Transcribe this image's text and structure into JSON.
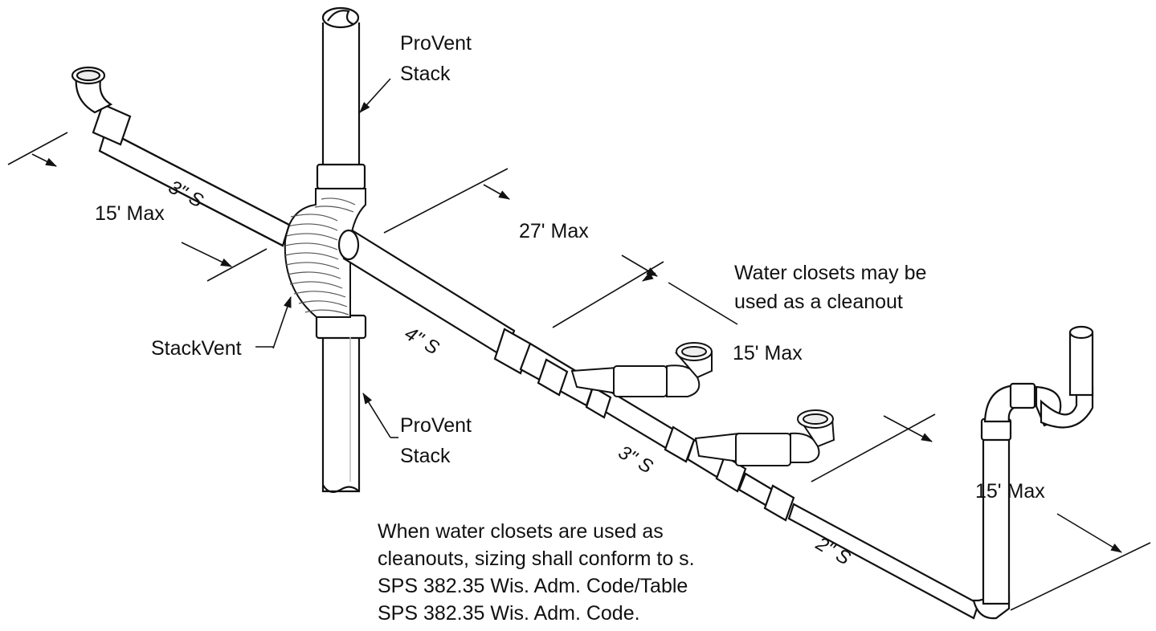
{
  "labels": {
    "provent_stack_top_1": "ProVent",
    "provent_stack_top_2": "Stack",
    "provent_stack_bottom_1": "ProVent",
    "provent_stack_bottom_2": "Stack",
    "stackvent": "StackVent",
    "dim_left": "15' Max",
    "dim_27": "27' Max",
    "dim_mid": "15' Max",
    "dim_right": "15' Max",
    "size_3s_left": "3\" S",
    "size_4s": "4\" S",
    "size_3s_mid": "3\" S",
    "size_2s": "2\" S",
    "wc_note_1": "Water closets may be",
    "wc_note_2": "used as a cleanout",
    "code_note_1": "When water closets are used as",
    "code_note_2": "cleanouts, sizing shall conform to s.",
    "code_note_3": "SPS 382.35 Wis. Adm. Code/Table",
    "code_note_4": "SPS 382.35 Wis. Adm. Code."
  },
  "colors": {
    "line": "#111111",
    "pipe_fill": "#ffffff",
    "shade": "#9a9a9a"
  }
}
